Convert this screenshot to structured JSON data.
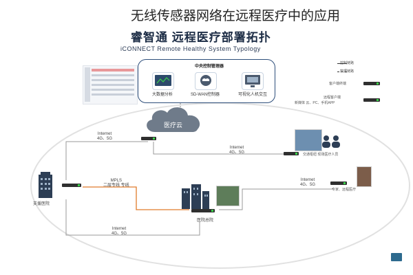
{
  "caption": "无线传感器网络在远程医疗中的应用",
  "header": {
    "title_cn": "睿智通 远程医疗部署拓扑",
    "title_en": "iCONNECT Remote Healthy System Typology"
  },
  "center": {
    "title": "中央控制管理器",
    "items": [
      "大数据分析",
      "SD-WAN控制器",
      "可视化人机交互"
    ]
  },
  "legend": {
    "items": [
      {
        "label": "控制链路",
        "color": "#333333"
      },
      {
        "label": "数据链路",
        "color": "#333333"
      },
      {
        "label": "客户端终端",
        "color": "#2f2f2f"
      },
      {
        "label": "远程客户端",
        "color": "#2f2f2f"
      },
      {
        "label": "新媒体 云、PC、手机APP",
        "color": "#2f2f2f"
      }
    ]
  },
  "nodes": {
    "cloud": "医疗云",
    "support_hospital": "支援医院",
    "hq_hospital": "医院总院",
    "mobile_staff": "交通枢纽 现场医疗人员",
    "remote_expert": "专家、远程医疗"
  },
  "links": {
    "l1": "Internet\n4G、5G",
    "l2": "Internet\n4G、5G",
    "mpls": "MPLS\n二层专线 专线",
    "l3": "Internet\n4G、5G",
    "l4": "Internet\n4G、5G"
  },
  "colors": {
    "accent_green": "#2aa84a",
    "frame_blue": "#2c4d7a",
    "mpls_orange": "#e07b2a"
  }
}
